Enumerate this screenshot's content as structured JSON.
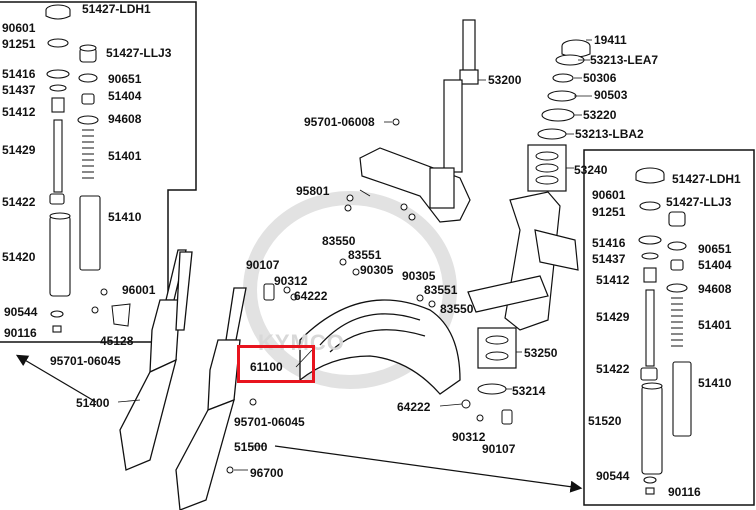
{
  "watermark": "KYMCO",
  "highlight": {
    "part": "61100",
    "color": "#e8141e"
  },
  "left_inset": {
    "labels": [
      "90601",
      "91251",
      "51427-LDH1",
      "51427-LLJ3",
      "51416",
      "51437",
      "90651",
      "51404",
      "51412",
      "94608",
      "51429",
      "51401",
      "51422",
      "51410",
      "51420",
      "90544",
      "90116"
    ]
  },
  "right_inset": {
    "labels": [
      "51427-LDH1",
      "90601",
      "91251",
      "51427-LLJ3",
      "51416",
      "51437",
      "90651",
      "51404",
      "51412",
      "94608",
      "51429",
      "51401",
      "51422",
      "51410",
      "51520",
      "90544",
      "90116"
    ]
  },
  "main_labels": {
    "p19411": "19411",
    "p53213_lea7": "53213-LEA7",
    "p50306": "50306",
    "p90503": "90503",
    "p53220": "53220",
    "p53213_lba2": "53213-LBA2",
    "p53200": "53200",
    "p95701_06008": "95701-06008",
    "p53240": "53240",
    "p95801": "95801",
    "p83550_a": "83550",
    "p83551_a": "83551",
    "p90305_a": "90305",
    "p90107_a": "90107",
    "p90312_a": "90312",
    "p64222_a": "64222",
    "p90305_b": "90305",
    "p83551_b": "83551",
    "p83550_b": "83550",
    "p96001": "96001",
    "p45128": "45128",
    "p95701_06045_a": "95701-06045",
    "p53250": "53250",
    "p61100": "61100",
    "p53214": "53214",
    "p51400": "51400",
    "p95701_06045_b": "95701-06045",
    "p64222_b": "64222",
    "p90312_b": "90312",
    "p90107_b": "90107",
    "p51500": "51500",
    "p96700": "96700"
  }
}
